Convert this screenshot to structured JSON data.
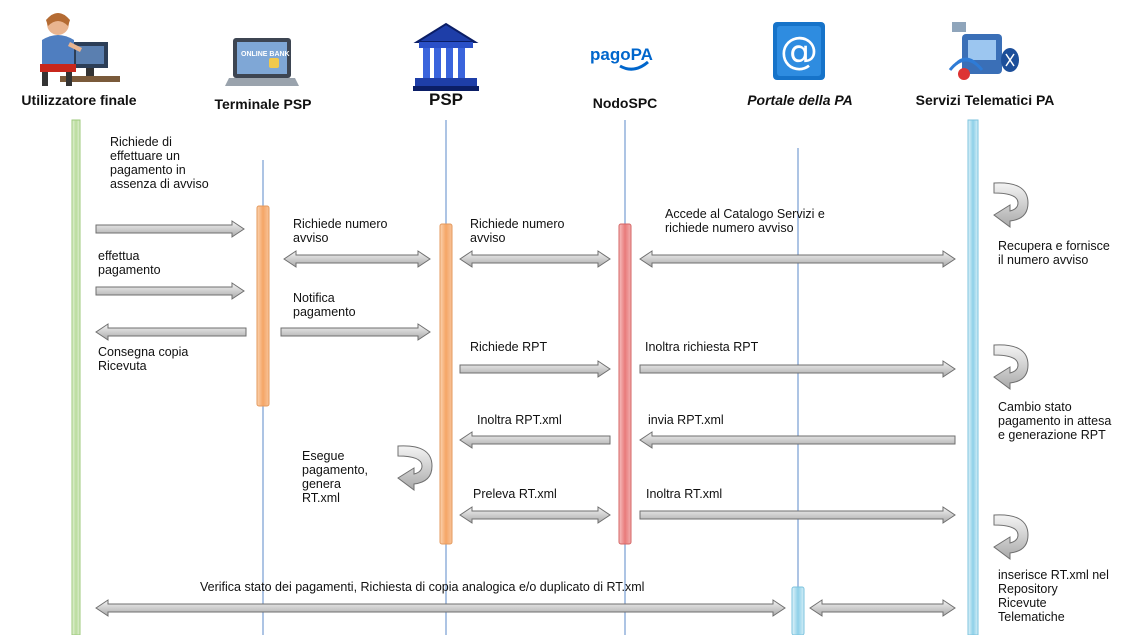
{
  "actors": {
    "user": "Utilizzatore finale",
    "terminal": "Terminale PSP",
    "psp": "PSP",
    "nodo": "NodoSPC",
    "portal": "Portale della PA",
    "services": "Servizi Telematici PA"
  },
  "icons": {
    "user": "person-at-computer-icon",
    "terminal": "online-bank-laptop-icon",
    "psp": "bank-building-icon",
    "nodo": "pagopa-logo",
    "portal": "at-sign-portal-icon",
    "services": "network-services-icon",
    "bank_screen_text": "ONLINE BANK",
    "pagopa_text": "pagoPA"
  },
  "messages": {
    "m1": "Richiede di\neffettuare  un\npagamento in\nassenza di avviso",
    "m2": "Richiede numero\navviso",
    "m3": "Richiede numero\navviso",
    "m4": "Accede al Catalogo Servizi e\nrichiede numero avviso",
    "m5": "Recupera e fornisce\nil numero avviso",
    "m6": "effettua\npagamento",
    "m7": "Notifica\npagamento",
    "m8": "Consegna copia\nRicevuta",
    "m9": "Richiede RPT",
    "m10": "Inoltra richiesta RPT",
    "m11": "Cambio stato\npagamento in attesa\ne generazione RPT",
    "m12": "Inoltra RPT.xml",
    "m13": "invia RPT.xml",
    "m14": "Esegue\npagamento,\ngenera\nRT.xml",
    "m15": "Preleva RT.xml",
    "m16": "Inoltra RT.xml",
    "m17": "inserisce RT.xml nel\nRepository\nRicevute\nTelematiche",
    "m18": "Verifica stato dei pagamenti, Richiesta di copia analogica  e/o duplicato di RT.xml"
  },
  "colors": {
    "user_lifeline": "#a8d08d",
    "services_lifeline": "#9dd6ea",
    "terminal_bar": "#f7b07a",
    "psp_bar": "#f9c08a",
    "nodo_bar": "#f08a8a",
    "portal_bar": "#9dd6ea",
    "arrow_fill": "#d6d6d6",
    "arrow_stroke": "#6f6f6f",
    "line_blue": "#5b88c8"
  }
}
